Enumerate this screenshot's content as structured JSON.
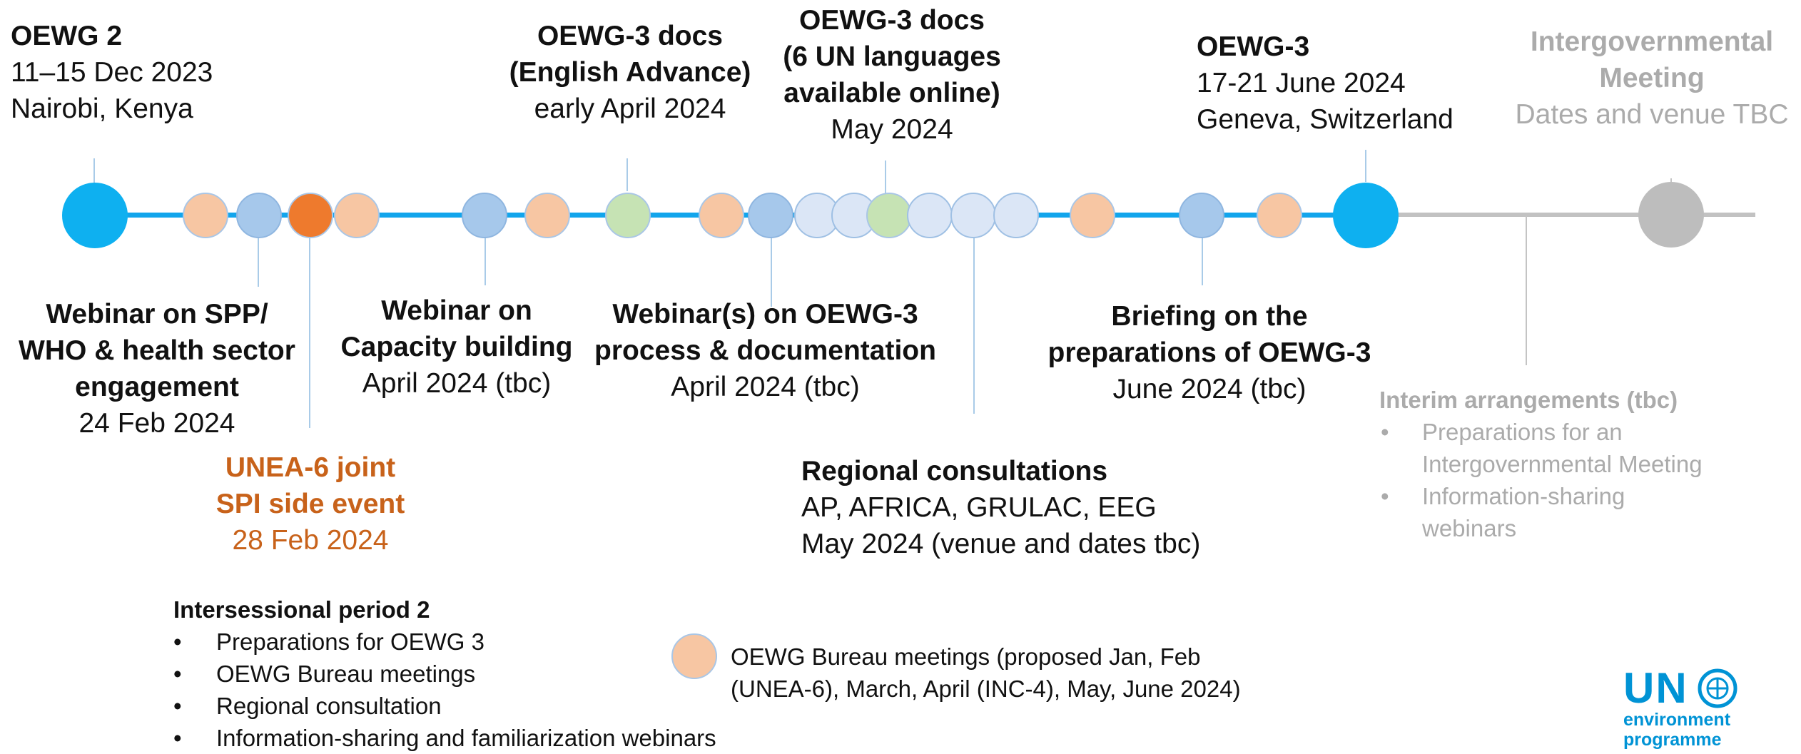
{
  "colors": {
    "timeline_blue": "#12a5ec",
    "timeline_grey": "#c2c2c2",
    "bureau_peach": "#f7c6a3",
    "webinar_blue": "#a6c8eb",
    "docs_green": "#c6e3b4",
    "consult_pale": "#dbe6f6",
    "unea_orange": "#ee7a2d",
    "oewg_blue": "#0eb0f0",
    "tbc_grey": "#bdbdbd",
    "logo_blue": "#0093d5"
  },
  "events_top": {
    "oewg2": {
      "title": "OEWG 2",
      "dates": "11–15 Dec 2023",
      "venue": "Nairobi, Kenya"
    },
    "docs_english": {
      "line1": "OEWG-3 docs",
      "line2": "(English Advance)",
      "date": "early April 2024"
    },
    "docs_un": {
      "line1": "OEWG-3 docs",
      "line2": "(6 UN languages",
      "line3": "available online)",
      "date": "May 2024"
    },
    "oewg3": {
      "title": "OEWG-3",
      "dates": "17-21 June 2024",
      "venue": "Geneva, Switzerland"
    },
    "igm": {
      "line1": "Intergovernmental",
      "line2": "Meeting",
      "note": "Dates and venue TBC"
    }
  },
  "events_bottom": {
    "webinar_spp": {
      "line1": "Webinar on SPP/",
      "line2": "WHO & health sector",
      "line3": "engagement",
      "date": "24 Feb 2024"
    },
    "unea6": {
      "line1": "UNEA-6 joint",
      "line2": "SPI side event",
      "date": "28 Feb 2024"
    },
    "webinar_capacity": {
      "line1": "Webinar on",
      "line2": "Capacity building",
      "date": "April 2024 (tbc)"
    },
    "webinar_process": {
      "line1": "Webinar(s) on OEWG-3",
      "line2": "process & documentation",
      "date": "April 2024 (tbc)"
    },
    "regional": {
      "title": "Regional consultations",
      "groups": "AP, AFRICA, GRULAC, EEG",
      "date": "May 2024 (venue and dates tbc)"
    },
    "briefing": {
      "line1": "Briefing on the",
      "line2": "preparations of OEWG-3",
      "date": "June 2024 (tbc)"
    },
    "interim": {
      "title": "Interim arrangements (tbc)",
      "items": [
        "Preparations for an",
        "Intergovernmental Meeting",
        "Information-sharing",
        "webinars"
      ]
    }
  },
  "intersessional": {
    "title": "Intersessional period 2",
    "items": [
      "Preparations for OEWG 3",
      "OEWG Bureau meetings",
      "Regional consultation",
      "Information-sharing and familiarization webinars"
    ]
  },
  "legend": {
    "line1": "OEWG Bureau meetings (proposed Jan, Feb",
    "line2": "(UNEA-6), March, April (INC-4), May, June 2024)"
  },
  "logo": {
    "text": "UN",
    "sub1": "environment",
    "sub2": "programme"
  }
}
